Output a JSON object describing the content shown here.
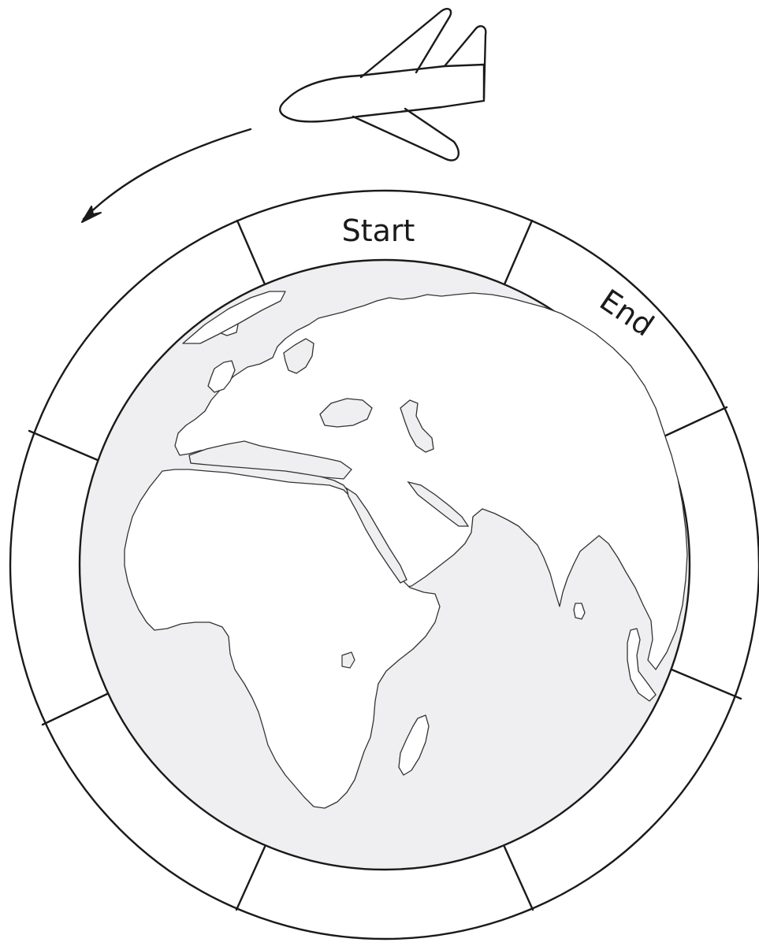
{
  "labels": {
    "start": "Start",
    "end": "End"
  },
  "ring": {
    "segments": 8,
    "direction": "counter-clockwise"
  },
  "icons": {
    "airplane": "airplane-icon",
    "arrow": "curved-arrow-icon",
    "globe": "globe-icon"
  },
  "colors": {
    "stroke": "#1a1a1a",
    "ocean": "#efeff1",
    "land": "#ffffff"
  }
}
